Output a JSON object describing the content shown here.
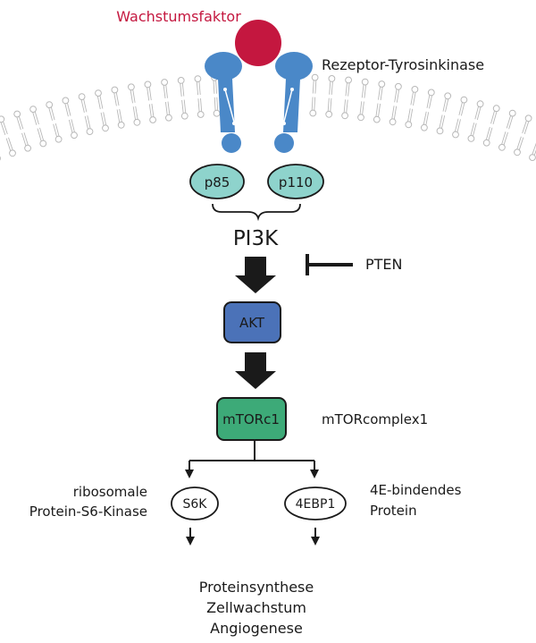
{
  "labels": {
    "growth_factor": "Wachstumsfaktor",
    "receptor": "Rezeptor-Tyrosinkinase",
    "p85": "p85",
    "p110": "p110",
    "pi3k": "PI3K",
    "pten": "PTEN",
    "akt": "AKT",
    "mtorc1": "mTORc1",
    "mtor_complex": "mTORcomplex1",
    "s6k": "S6K",
    "s6k_desc_line1": "ribosomale",
    "s6k_desc_line2": "Protein-S6-Kinase",
    "ebp1": "4EBP1",
    "ebp1_desc_line1": "4E-bindendes",
    "ebp1_desc_line2": "Protein",
    "outcome_line1": "Proteinsynthese",
    "outcome_line2": "Zellwachstum",
    "outcome_line3": "Angiogenese"
  },
  "colors": {
    "growth_factor": "#c4173f",
    "receptor": "#4a88c8",
    "pi3k_subunit": "#8ed3cc",
    "akt": "#4b72b8",
    "mtorc1": "#3daa78",
    "membrane_lipid": "#b8b8b8",
    "arrow": "#1a1a1a"
  }
}
